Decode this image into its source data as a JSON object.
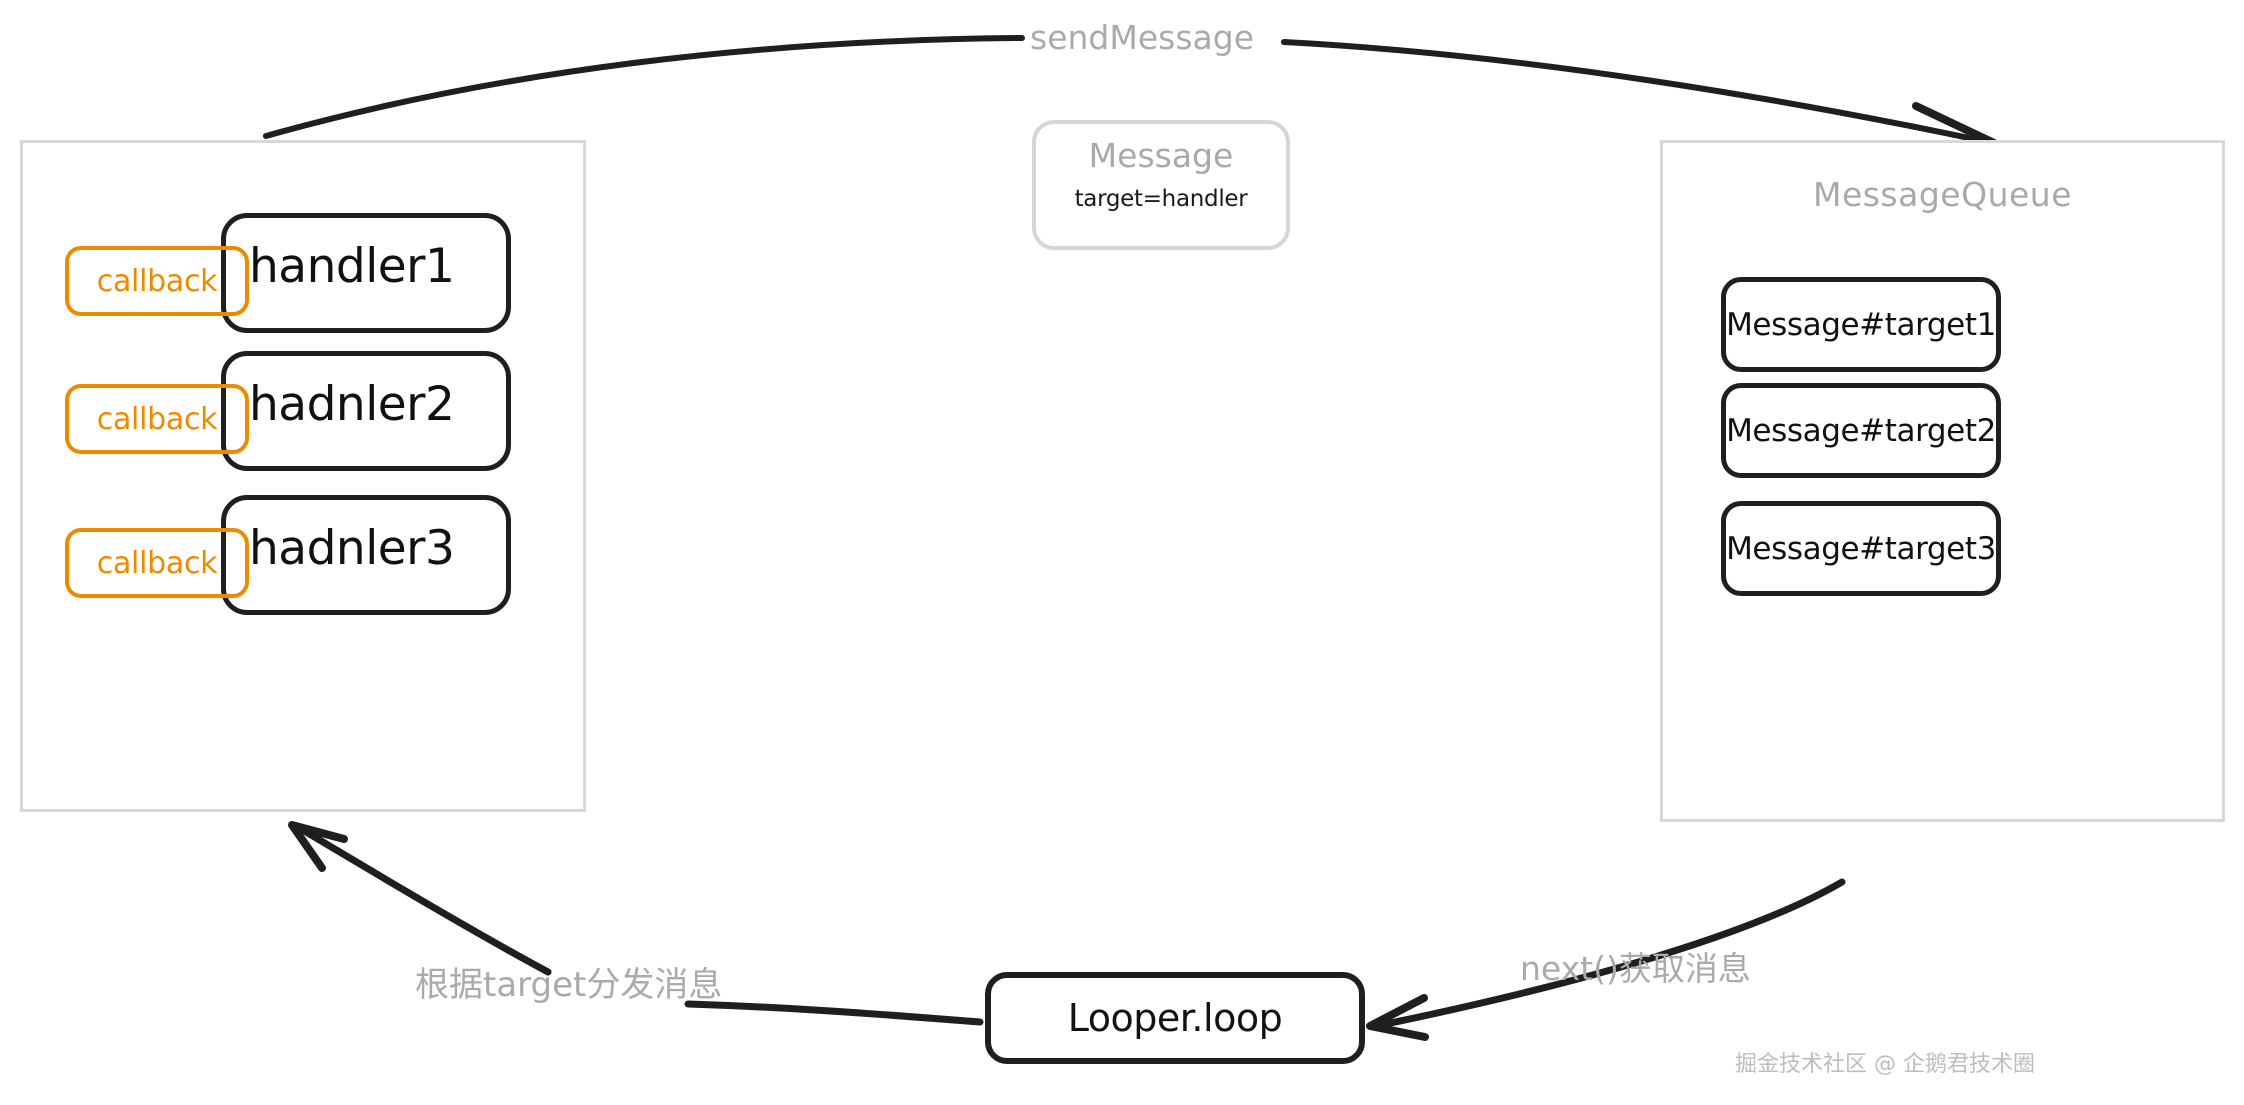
{
  "diagram": {
    "title": "Android Handler / Looper / MessageQueue flow",
    "colors": {
      "panel_border": "#d8d8d8",
      "box_stroke": "#1f1f1f",
      "callback_accent": "#ED8B00",
      "muted_text": "#aaaaaa",
      "body_text": "#111111",
      "background": "#ffffff"
    }
  },
  "handler_panel": {
    "name": "handler-panel",
    "handlers": [
      {
        "label": "handler1",
        "badge": "callback"
      },
      {
        "label": "hadnler2",
        "badge": "callback"
      },
      {
        "label": "hadnler3",
        "badge": "callback"
      }
    ]
  },
  "message_card": {
    "title": "Message",
    "field": "target=handler"
  },
  "queue_panel": {
    "title": "MessageQueue",
    "messages": [
      {
        "label": "Message#target1"
      },
      {
        "label": "Message#target2"
      },
      {
        "label": "Message#target3"
      }
    ]
  },
  "looper": {
    "label": "Looper.loop"
  },
  "edges": [
    {
      "id": "send-message",
      "label": "sendMessage",
      "from": "handler-panel",
      "to": "queue-panel"
    },
    {
      "id": "next-message",
      "label": "next()获取消息",
      "from": "queue-panel",
      "to": "looper"
    },
    {
      "id": "dispatch-message",
      "label": "根据target分发消息",
      "from": "looper",
      "to": "handler-panel"
    }
  ],
  "watermark": {
    "text": "掘金技术社区 @ 企鹅君技术圈"
  }
}
